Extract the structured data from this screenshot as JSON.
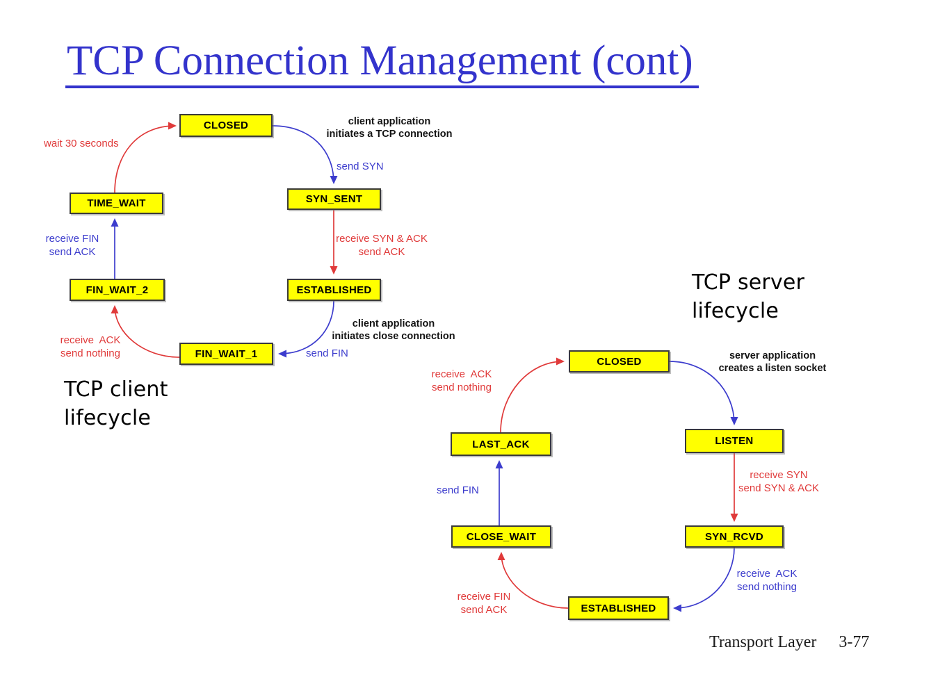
{
  "slide_title": "TCP Connection Management (cont)",
  "footer": {
    "section": "Transport Layer",
    "page_number": "3-77"
  },
  "theme": {
    "title_color": "#3333cc",
    "state_fill": "#ffff00",
    "state_border": "#3a3a3a",
    "red": "#e03a3a",
    "blue": "#3c3ccd",
    "label_color": "#141414",
    "bg": "#ffffff"
  },
  "client": {
    "caption": "TCP client\nlifecycle",
    "states": {
      "closed": "CLOSED",
      "syn_sent": "SYN_SENT",
      "established": "ESTABLISHED",
      "fin_wait_1": "FIN_WAIT_1",
      "fin_wait_2": "FIN_WAIT_2",
      "time_wait": "TIME_WAIT"
    },
    "transitions": {
      "open_app": "client application\ninitiates a TCP connection",
      "send_syn": "send SYN",
      "recv_syn_ack": "receive SYN & ACK\nsend ACK",
      "close_app": "client application\ninitiates close connection",
      "send_fin": "send FIN",
      "recv_ack": "receive  ACK\nsend nothing",
      "recv_fin": "receive FIN\nsend ACK",
      "wait": "wait 30 seconds"
    }
  },
  "server": {
    "caption": "TCP server\nlifecycle",
    "states": {
      "closed": "CLOSED",
      "listen": "LISTEN",
      "syn_rcvd": "SYN_RCVD",
      "established": "ESTABLISHED",
      "close_wait": "CLOSE_WAIT",
      "last_ack": "LAST_ACK"
    },
    "transitions": {
      "create_socket": "server application\ncreates a listen socket",
      "recv_syn": "receive SYN\nsend SYN & ACK",
      "recv_ack": "receive  ACK\nsend nothing",
      "recv_fin": "receive FIN\nsend ACK",
      "send_fin": "send FIN",
      "last_recv_ack": "receive  ACK\nsend nothing"
    }
  }
}
